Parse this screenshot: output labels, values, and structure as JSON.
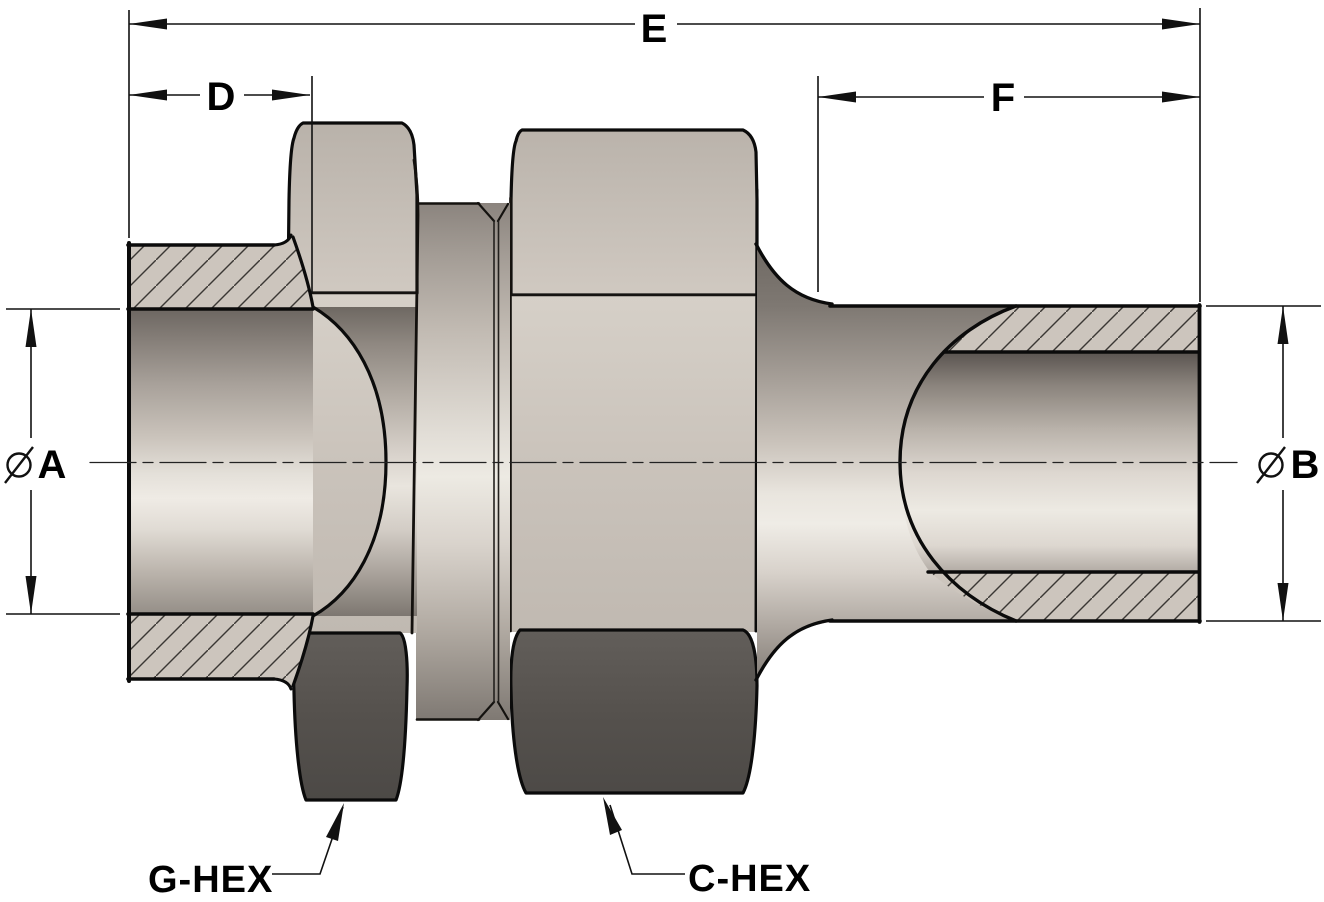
{
  "labels": {
    "E": "E",
    "D": "D",
    "F": "F",
    "A": "A",
    "B": "B",
    "g_hex": "G-HEX",
    "c_hex": "C-HEX"
  },
  "icons": {
    "diameter_symbol": "circle-with-slash"
  },
  "colors": {
    "background": "#ffffff",
    "outline": "#0b0b0b",
    "body_light": "#cbc4bc",
    "body_highlight": "#efece6",
    "body_dark": "#6b6560",
    "hex_shadow_dark": "#55514d",
    "hatch_line": "#3a3734",
    "dimension_line": "#111111"
  }
}
